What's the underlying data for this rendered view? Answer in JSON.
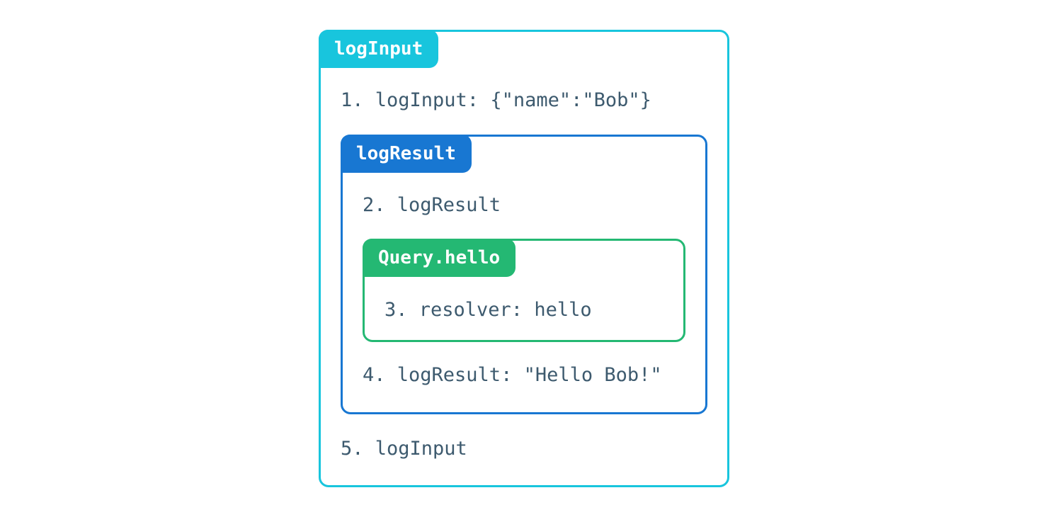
{
  "colors": {
    "outer_accent": "#18c5dd",
    "middle_accent": "#1877d2",
    "inner_accent": "#24b873",
    "text": "#3d5a6e",
    "tab_text": "#ffffff",
    "background": "#ffffff"
  },
  "outer_box": {
    "label": "logInput",
    "step_before": "1. logInput: {\"name\":\"Bob\"}",
    "step_after": "5. logInput"
  },
  "middle_box": {
    "label": "logResult",
    "step_before": "2. logResult",
    "step_after": "4. logResult: \"Hello Bob!\""
  },
  "inner_box": {
    "label": "Query.hello",
    "step": "3. resolver: hello"
  }
}
